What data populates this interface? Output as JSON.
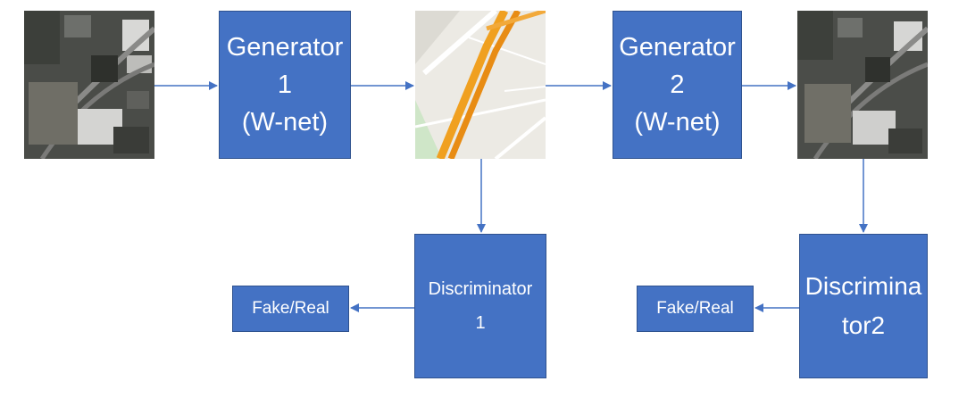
{
  "generator_1": {
    "line1": "Generator",
    "line2": "1",
    "line3": "(W-net)"
  },
  "generator_2": {
    "line1": "Generator",
    "line2": "2",
    "line3": "(W-net)"
  },
  "discriminator_1": {
    "line1": "Discriminator",
    "line2": "1"
  },
  "discriminator_2": {
    "line1": "Discrimina",
    "line2": "tor2"
  },
  "output_1": {
    "label": "Fake/Real"
  },
  "output_2": {
    "label": "Fake/Real"
  },
  "colors": {
    "box_fill": "#4472C4",
    "box_border": "#2F528F",
    "arrow": "#4472C4",
    "text": "#FFFFFF"
  },
  "images": {
    "input": "satellite-image",
    "intermediate": "map-image",
    "output": "satellite-image"
  }
}
